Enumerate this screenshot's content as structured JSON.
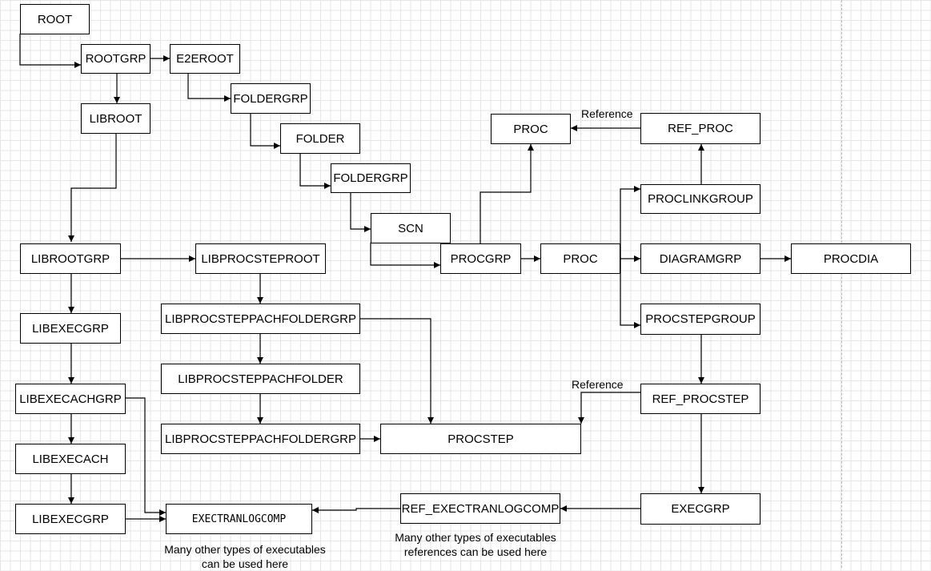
{
  "nodes": {
    "root": "ROOT",
    "rootgrp": "ROOTGRP",
    "e2eroot": "E2EROOT",
    "foldergrp_1": "FOLDERGRP",
    "folder": "FOLDER",
    "foldergrp_2": "FOLDERGRP",
    "scn": "SCN",
    "procgrp": "PROCGRP",
    "proc_main": "PROC",
    "proc_ref_target": "PROC",
    "ref_proc": "REF_PROC",
    "proclinkgroup": "PROCLINKGROUP",
    "diagramgrp": "DIAGRAMGRP",
    "procdia": "PROCDIA",
    "procstepgroup": "PROCSTEPGROUP",
    "ref_procstep": "REF_PROCSTEP",
    "execgrp": "EXECGRP",
    "ref_exectranlogcomp": "REF_EXECTRANLOGCOMP",
    "exectranlogcomp": "EXECTRANLOGCOMP",
    "libroot": "LIBROOT",
    "librootgrp": "LIBROOTGRP",
    "libexecgrp_1": "LIBEXECGRP",
    "libexecachgrp": "LIBEXECACHGRP",
    "libexecach": "LIBEXECACH",
    "libexecgrp_2": "LIBEXECGRP",
    "libprocsteproot": "LIBPROCSTEPROOT",
    "libprocsteppachfoldergrp_1": "LIBPROCSTEPPACHFOLDERGRP",
    "libprocsteppachfolder": "LIBPROCSTEPPACHFOLDER",
    "libprocsteppachfoldergrp_2": "LIBPROCSTEPPACHFOLDERGRP",
    "procstep": "PROCSTEP"
  },
  "labels": {
    "reference_proc": "Reference",
    "reference_procstep": "Reference",
    "note_executables_line1": "Many other types of executables",
    "note_executables_line2": "can be used here",
    "note_references_line1": "Many other types of executables",
    "note_references_line2": "references can be used here"
  },
  "colors": {
    "line": "#000000",
    "grid": "#e6e6e6",
    "box_fill": "#ffffff"
  }
}
